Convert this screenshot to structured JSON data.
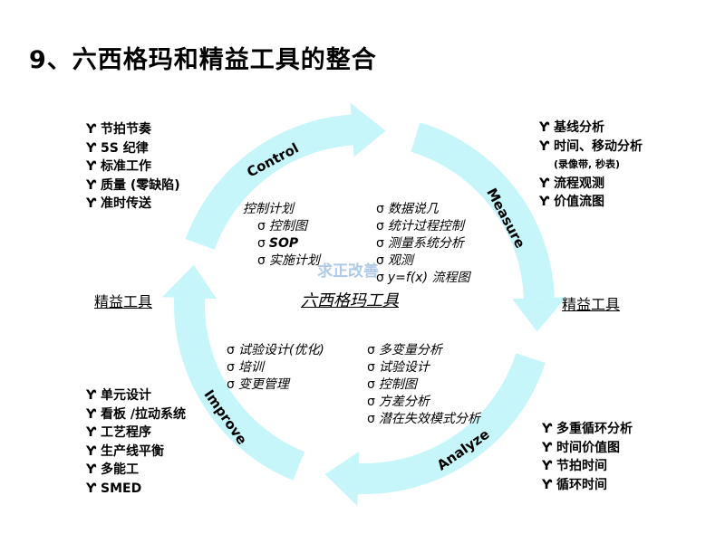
{
  "title": "9、六西格玛和精益工具的整合",
  "center_title": "六西格玛工具",
  "watermark": "求正改善",
  "lean_left": "精益工具",
  "lean_right": "精益工具",
  "bullet": "Ƴ",
  "sigma": "σ",
  "phases": {
    "control": "Control",
    "measure": "Measure",
    "analyze": "Analyze",
    "improve": "Improve"
  },
  "top_left": [
    "节拍节奏",
    "5S 纪律",
    "标准工作",
    "质量 (零缺陷)",
    "准时传送"
  ],
  "top_right": {
    "items": [
      "基线分析",
      "时间、移动分析"
    ],
    "note": "(录像带, 秒表)",
    "items2": [
      "流程观测",
      "价值流图"
    ]
  },
  "bottom_left": [
    "单元设计",
    "看板 /拉动系统",
    "工艺程序",
    "生产线平衡",
    "多能工",
    "SMED"
  ],
  "bottom_right": [
    "多重循环分析",
    "时间价值图",
    "节拍时间",
    "循环时间"
  ],
  "control_tools": {
    "heading": "控制计划",
    "items": [
      "控制图",
      "SOP",
      "实施计划"
    ]
  },
  "measure_tools": [
    "数据说几",
    "统计过程控制",
    "测量系统分析",
    "观测",
    "y=f(x) 流程图"
  ],
  "improve_tools": [
    "试验设计(优化)",
    "培训",
    "变更管理"
  ],
  "analyze_tools": [
    "多变量分析",
    "试验设计",
    "控制图",
    "方差分析",
    "潜在失效模式分析"
  ],
  "colors": {
    "ring": "#c6f6fa"
  }
}
